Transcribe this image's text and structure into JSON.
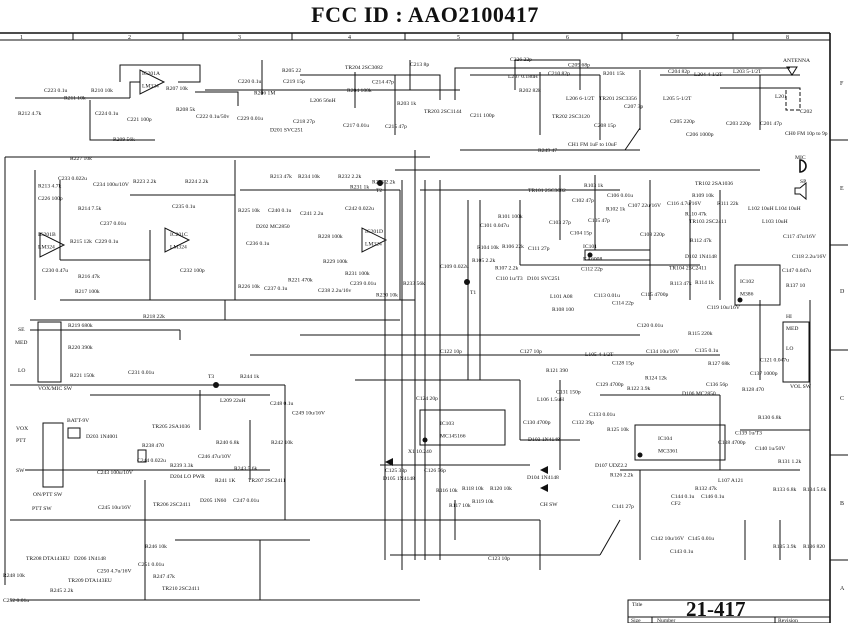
{
  "title": "FCC ID : AAO2100417",
  "grid": {
    "columns": [
      "1",
      "2",
      "3",
      "4",
      "5",
      "6",
      "7",
      "8"
    ],
    "rows": [
      "F",
      "E",
      "D",
      "C",
      "B",
      "A"
    ]
  },
  "title_block": {
    "title_label": "Title",
    "drawing_number": "21-417",
    "size_label": "Size",
    "number_label": "Number",
    "revision_label": "Revision"
  },
  "ics": [
    {
      "ref": "IC201A",
      "part": "LM324"
    },
    {
      "ref": "IC201B",
      "part": "LM324"
    },
    {
      "ref": "IC201C",
      "part": "LM324"
    },
    {
      "ref": "IC201D",
      "part": "LM324"
    },
    {
      "ref": "IC101",
      "part": "KA6008"
    },
    {
      "ref": "IC102",
      "part": "M386"
    },
    {
      "ref": "IC103",
      "part": "MC145166"
    },
    {
      "ref": "IC104",
      "part": "MC3361"
    }
  ],
  "labels": {
    "tx_rf": [
      "R212 4.7k",
      "C223 0.1u",
      "R211 10k",
      "R210 10k",
      "C224 0.1u",
      "C221 100p",
      "R209 56k",
      "R207 10k",
      "R208 5k",
      "C222 0.1u/50v",
      "C220 0.1u",
      "R206 1M",
      "C219 15p",
      "R205 22",
      "TR204 2SC3082",
      "C213 8p",
      "R204 100k",
      "C214 47p",
      "L206 56nH",
      "C218 27p",
      "C217 0.01u",
      "D201 SVC251",
      "C229 0.01u",
      "C215 47p",
      "R203 1k",
      "TR203 2SC1144",
      "C226 22p",
      "L207 0.18uH",
      "R202 82k",
      "C211 100p",
      "TR202 2SC3120",
      "C210 82p",
      "C209 68p",
      "R201 15k",
      "L206 6-1/2T",
      "TR201 2SC3356",
      "C207 3p",
      "C208 15p",
      "C204 82p",
      "L204 4-1/2T",
      "L203 5-1/2T",
      "L205 5-1/2T",
      "C205 220p",
      "C203 220p",
      "C201 47p",
      "L201",
      "C202",
      "C206 1000p",
      "R249 47",
      "CH1 FM 1uF to 10uF",
      "CH0 FM 10p to 9p"
    ],
    "audio": [
      "R227 10k",
      "C233 0.022u",
      "C234 100u/10V",
      "R213 4.7k",
      "C226 100p",
      "R214 7.5k",
      "C237 0.01u",
      "R215 12k",
      "C229 0.1u",
      "C230 0.47u",
      "R216 47k",
      "R217 100k",
      "R223 2.2k",
      "R224 2.2k",
      "C235 0.1u",
      "C232 100p",
      "R213 47k",
      "R234 10k",
      "R232 2.2k",
      "R231 1k",
      "R235 2.2k",
      "R225 10k",
      "C240 0.1u",
      "D202 MC2850",
      "C241 2.2u",
      "C242 0.022u",
      "C236 0.1u",
      "R228 100k",
      "R229 100k",
      "R231 100k",
      "R226 10k",
      "C237 0.1u",
      "R221 470k",
      "C238 2.2u/16v",
      "C239 0.01u",
      "R230 10k",
      "R233 56k"
    ],
    "power": [
      "R219 680k",
      "R220 390k",
      "R221 150k",
      "R218 22k",
      "C231 0.01u",
      "R244 1k",
      "L209 22uH",
      "C248 0.1u",
      "C249 10u/16V",
      "D203 1N4001",
      "TR205 2SA1036",
      "R238 470",
      "C244 0.022u",
      "C243 100u/10V",
      "C246 47u/10V",
      "R239 3.3k",
      "D204 LO PWR",
      "TR206 2SC2411",
      "C245 10u/16V",
      "R240 6.8k",
      "R242 10k",
      "R243 5.6k",
      "R241 1K",
      "TR207 2SC2411",
      "D205 1N60",
      "C247 0.01u",
      "TR208 DTA143EU",
      "D206 1N4148",
      "R246 10k",
      "C250 4.7u/16V",
      "C251 0.01u",
      "R247 47k",
      "TR209 DTA143EU",
      "R245 2.2k",
      "TR210 2SC2411",
      "R248 10k",
      "C252 0.01u"
    ],
    "receiver": [
      "TR101 2SC3082",
      "R103 1k",
      "C106 0.01u",
      "C107 22u/16V",
      "C102 47p",
      "R101 100k",
      "C101 0.047u",
      "C103 27p",
      "C104 15p",
      "C105 47p",
      "R102 1k",
      "C108 220p",
      "R104 10k",
      "R106 22k",
      "C109 0.022u",
      "R105 2.2k",
      "R107 2.2k",
      "C110 1u/T3",
      "C111 27p",
      "D101 SVC251",
      "L101 A08",
      "C112 22p",
      "C113 0.01u",
      "C114 22p",
      "C115 4700p",
      "R108 100",
      "TR102 2SA1036",
      "R109 10k",
      "C116 4.7u/16V",
      "R110 47k",
      "R111 22k",
      "TR103 2SC2411",
      "R112 47k",
      "D102 1N4148",
      "TR104 2SC2411",
      "R113 47k",
      "R114 1k",
      "L102 10uH",
      "L103 10uH",
      "L104 10uH",
      "C117 47u/16V",
      "C118 2.2u/16V",
      "C147 0.047u",
      "R137 10",
      "C119 10u/16V",
      "C120 0.01u",
      "R115 220k",
      "C121 0.047u",
      "C122 10p",
      "C127 10p",
      "R121 390",
      "L105 4-1/2T",
      "C128 15p",
      "C129 4700p",
      "C134 10u/16V",
      "R122 3.9k",
      "R124 12k",
      "D106 MC2850",
      "C135 0.1u",
      "R127 68k",
      "C136 56p",
      "C137 1000p",
      "R128 470"
    ],
    "pll": [
      "C124 20p",
      "X1 10.240",
      "C125 33p",
      "C126 56p",
      "R116 10k",
      "R117 10k",
      "R118 10k",
      "R119 10k",
      "R120 10k",
      "D103 1N4148",
      "D104 1N4148",
      "D105 1N4148",
      "C123 10p",
      "L106 1.5uH",
      "C131 150p",
      "C130 4700p",
      "C132 39p",
      "C133 0.01u",
      "R125 10k",
      "D107 UDZ2.2",
      "R126 2.2k",
      "C141 27p",
      "CF2",
      "C144 0.1u",
      "C146 0.1u",
      "C142 10u/16V",
      "C143 0.1u",
      "C145 0.01u",
      "R132 47k",
      "L107 A121",
      "C138 4700p",
      "C139 1u/T3",
      "C140 1u/50V",
      "R130 6.8k",
      "R131 1.2k",
      "R133 6.8k",
      "R134 5.6k",
      "R135 3.9k",
      "R136 820"
    ]
  },
  "connectors": {
    "antenna": "ANTENNA",
    "mic": "MIC",
    "speaker": "SP",
    "test_points": [
      "T1",
      "T2",
      "T3"
    ],
    "vox_mic_sw": {
      "label": "VOX/MIC SW",
      "positions": [
        "SE",
        "MED",
        "LO"
      ]
    },
    "on_ptt_sw": {
      "label": "ON/PTT SW",
      "positions": [
        "VOX",
        "PTT",
        "SW"
      ]
    },
    "battery": "BATT-9V",
    "ptt_sw": "PTT SW",
    "vol_sw": {
      "label": "VOL SW",
      "positions": [
        "HI",
        "MED",
        "LO"
      ]
    },
    "ch_sw": "CH SW"
  }
}
